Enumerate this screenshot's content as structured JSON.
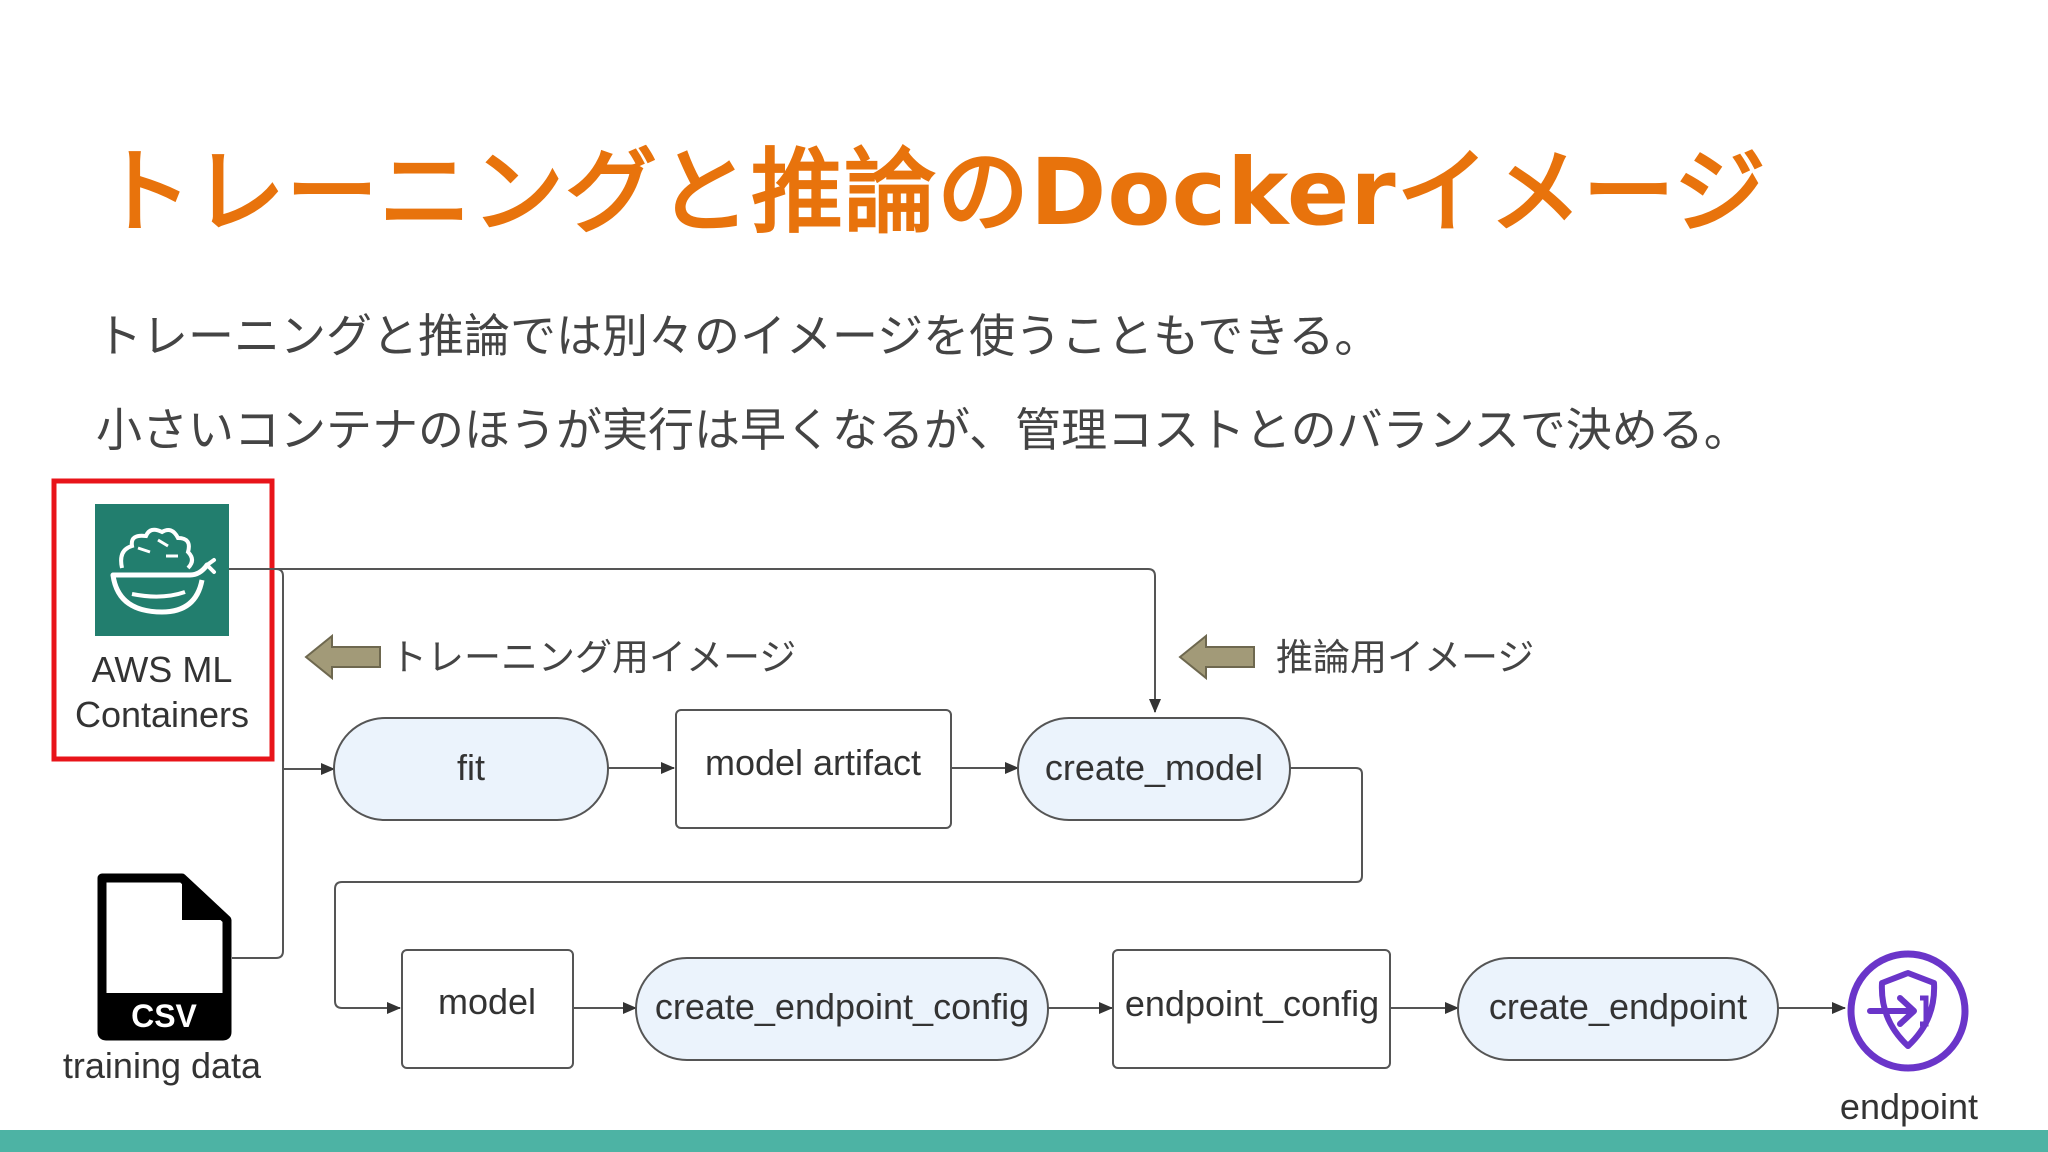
{
  "title": "トレーニングと推論のDockerイメージ",
  "body": {
    "line1": "トレーニングと推論では別々のイメージを使うこともできる。",
    "line2": "小さいコンテナのほうが実行は早くなるが、管理コストとのバランスで決める。"
  },
  "icons": {
    "aws_ml": {
      "name": "aws-ml-containers-icon",
      "color": "#227e6e",
      "label_line1": "AWS ML",
      "label_line2": "Containers"
    },
    "csv": {
      "name": "csv-file-icon",
      "tag": "CSV",
      "label": "training data"
    },
    "endpoint": {
      "name": "endpoint-icon",
      "color": "#6a35c9",
      "label": "endpoint"
    }
  },
  "highlight_color": "#e8141a",
  "annotations": {
    "training_image": "トレーニング用イメージ",
    "inference_image": "推論用イメージ"
  },
  "nodes": {
    "fit": "fit",
    "model_artifact": "model artifact",
    "create_model": "create_model",
    "model": "model",
    "create_endpoint_config": "create_endpoint_config",
    "endpoint_config": "endpoint_config",
    "create_endpoint": "create_endpoint"
  },
  "colors": {
    "title": "#e8730c",
    "op_fill": "#ebf3fc",
    "arrow_annotation": "#a29a78",
    "footer_bar": "#4db3a4"
  }
}
